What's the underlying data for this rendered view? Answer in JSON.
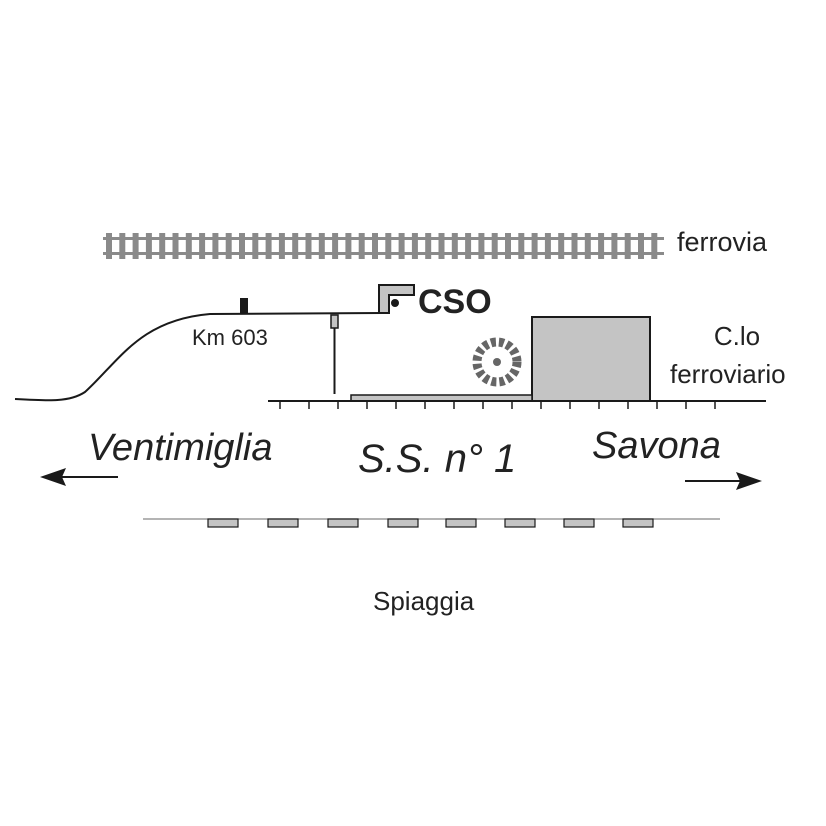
{
  "labels": {
    "railway": "ferrovia",
    "cso": "CSO",
    "km": "Km 603",
    "yard_line1": "C.lo",
    "yard_line2": "ferroviario",
    "west": "Ventimiglia",
    "road": "S.S. n° 1",
    "east": "Savona",
    "beach": "Spiaggia"
  },
  "colors": {
    "line": "#1a1a1a",
    "fill": "#c4c4c4",
    "track": "#8a8a8a",
    "shrub": "#666666"
  }
}
